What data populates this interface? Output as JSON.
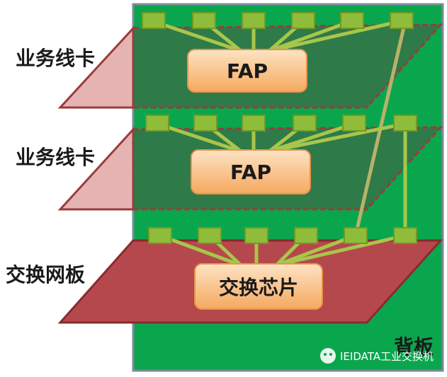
{
  "labels": {
    "card1": "业务线卡",
    "card2": "业务线卡",
    "switch": "交换网板"
  },
  "boxes": {
    "fap1": "FAP",
    "fap2": "FAP",
    "chip": "交换芯片"
  },
  "backplane": "背板",
  "watermark": "IEIDATA工业交换机",
  "colors": {
    "backplane": "#0aa64e",
    "card_plane": "#2e7d4a",
    "switch_plane": "#b5484c",
    "node": "#8fbc3a",
    "link": "#a8c64a",
    "box": "#f9c48a"
  }
}
